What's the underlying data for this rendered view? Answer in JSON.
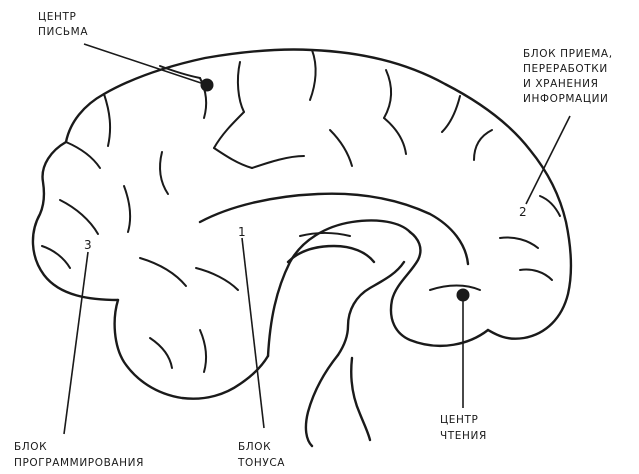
{
  "labels": {
    "writing_center": [
      "ЦЕНТР",
      "ПИСЬМА"
    ],
    "reception_block": [
      "БЛОК ПРИЕМА,",
      "ПЕРЕРАБОТКИ",
      "И ХРАНЕНИЯ",
      "ИНФОРМАЦИИ"
    ],
    "programming_block": [
      "БЛОК",
      "ПРОГРАММИРОВАНИЯ"
    ],
    "tone_block": [
      "БЛОК",
      "ТОНУСА"
    ],
    "reading_center": [
      "ЦЕНТР",
      "ЧТЕНИЯ"
    ]
  },
  "numbers": {
    "one": "1",
    "two": "2",
    "three": "3"
  }
}
